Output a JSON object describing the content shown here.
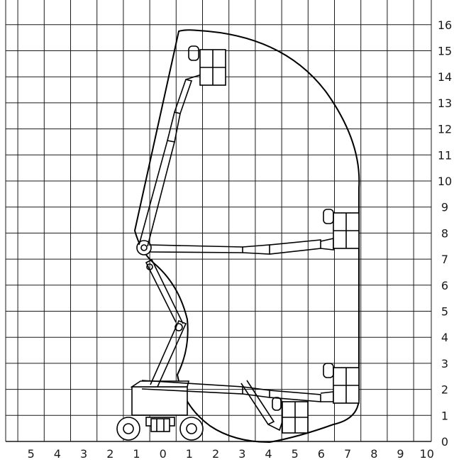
{
  "diagram": {
    "type": "working-range-chart",
    "x_axis": {
      "labels": [
        "5",
        "4",
        "3",
        "2",
        "1",
        "0",
        "1",
        "2",
        "3",
        "4",
        "5",
        "6",
        "7",
        "8",
        "9",
        "10"
      ],
      "range": [
        -5,
        10
      ],
      "gridline_values": [
        -5.5,
        -4.5,
        -3.5,
        -2.5,
        -1.5,
        -0.5,
        0.5,
        1.5,
        2.5,
        3.5,
        4.5,
        5.5,
        6.5,
        7.5,
        8.5,
        9.5
      ]
    },
    "y_axis": {
      "labels": [
        "0",
        "1",
        "2",
        "3",
        "4",
        "5",
        "6",
        "7",
        "8",
        "9",
        "10",
        "11",
        "12",
        "13",
        "14",
        "15",
        "16"
      ],
      "range": [
        0,
        16
      ]
    },
    "colors": {
      "grid": "#1a1a1a",
      "outline": "#000000",
      "background": "#ffffff"
    }
  }
}
